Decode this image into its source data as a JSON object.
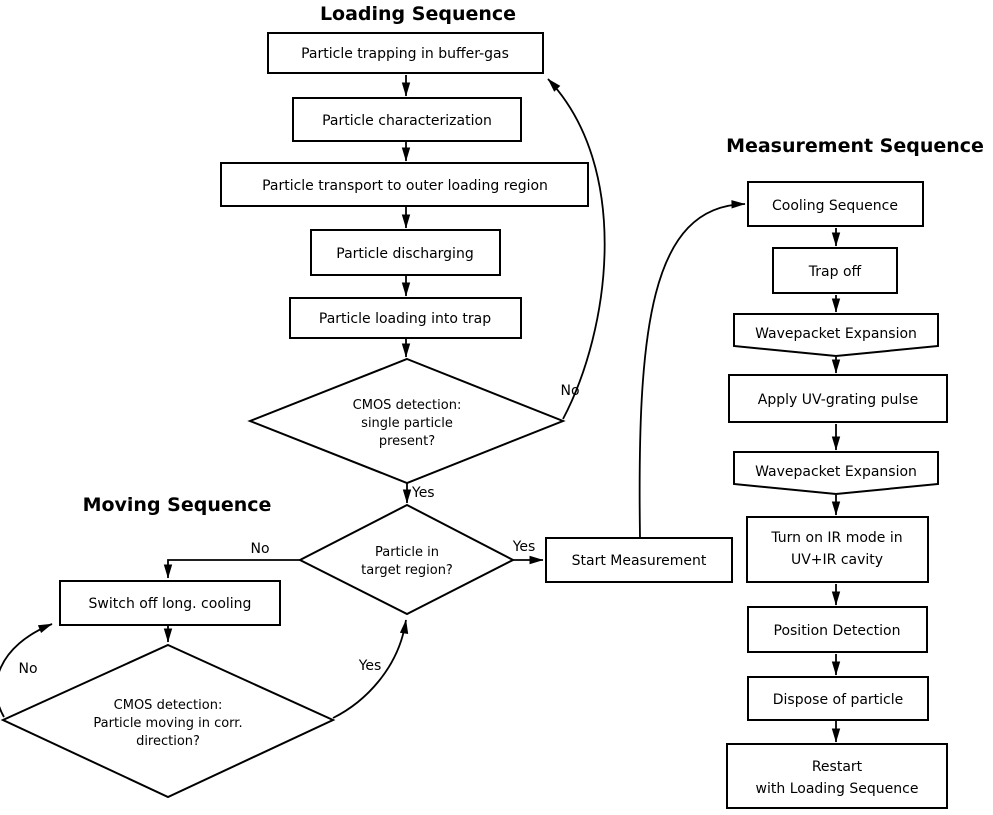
{
  "colors": {
    "ink": "#000000",
    "paper": "#ffffff"
  },
  "titles": {
    "loading": "Loading Sequence",
    "moving": "Moving Sequence",
    "measurement": "Measurement Sequence"
  },
  "edge_labels": {
    "yes": "Yes",
    "no": "No"
  },
  "loading": {
    "steps": [
      "Particle trapping in buffer-gas",
      "Particle characterization",
      "Particle transport to outer loading region",
      "Particle discharging",
      "Particle loading into trap"
    ],
    "decision_single_particle": {
      "lines": [
        "CMOS detection:",
        "single particle",
        "present?"
      ]
    },
    "decision_target_region": {
      "lines": [
        "Particle in",
        "target region?"
      ]
    },
    "start_measurement": "Start Measurement"
  },
  "moving": {
    "switch_off_cooling": "Switch off long. cooling",
    "decision_moving": {
      "lines": [
        "CMOS detection:",
        "Particle moving in corr.",
        "direction?"
      ]
    }
  },
  "measurement": {
    "cooling": "Cooling Sequence",
    "trap_off": "Trap off",
    "wavepacket_expansion_1": "Wavepacket Expansion",
    "apply_uv_pulse": "Apply UV-grating pulse",
    "wavepacket_expansion_2": "Wavepacket Expansion",
    "turn_on_ir": {
      "lines": [
        "Turn on IR mode in",
        "UV+IR cavity"
      ]
    },
    "position_detection": "Position Detection",
    "dispose": "Dispose of particle",
    "restart": {
      "lines": [
        "Restart",
        "with Loading Sequence"
      ]
    }
  }
}
